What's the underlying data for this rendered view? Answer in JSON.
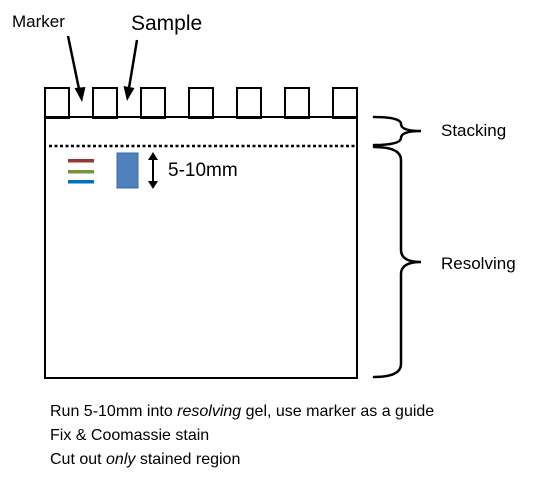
{
  "labels": {
    "marker": "Marker",
    "sample": "Sample",
    "stacking": "Stacking",
    "resolving": "Resolving",
    "run_distance": "5-10mm"
  },
  "instructions": [
    {
      "before": "Run 5-10mm into ",
      "emphasis": "resolving",
      "after": " gel, use marker as a guide"
    },
    {
      "before": "Fix & Coomassie stain",
      "emphasis": "",
      "after": ""
    },
    {
      "before": "Cut out ",
      "emphasis": "only",
      "after": " stained region"
    }
  ],
  "colors": {
    "outline": "#000000",
    "sample_band": "#4f81bd",
    "marker_band_top": "#953735",
    "marker_band_middle": "#77933c",
    "marker_band_bottom": "#0070c0"
  }
}
